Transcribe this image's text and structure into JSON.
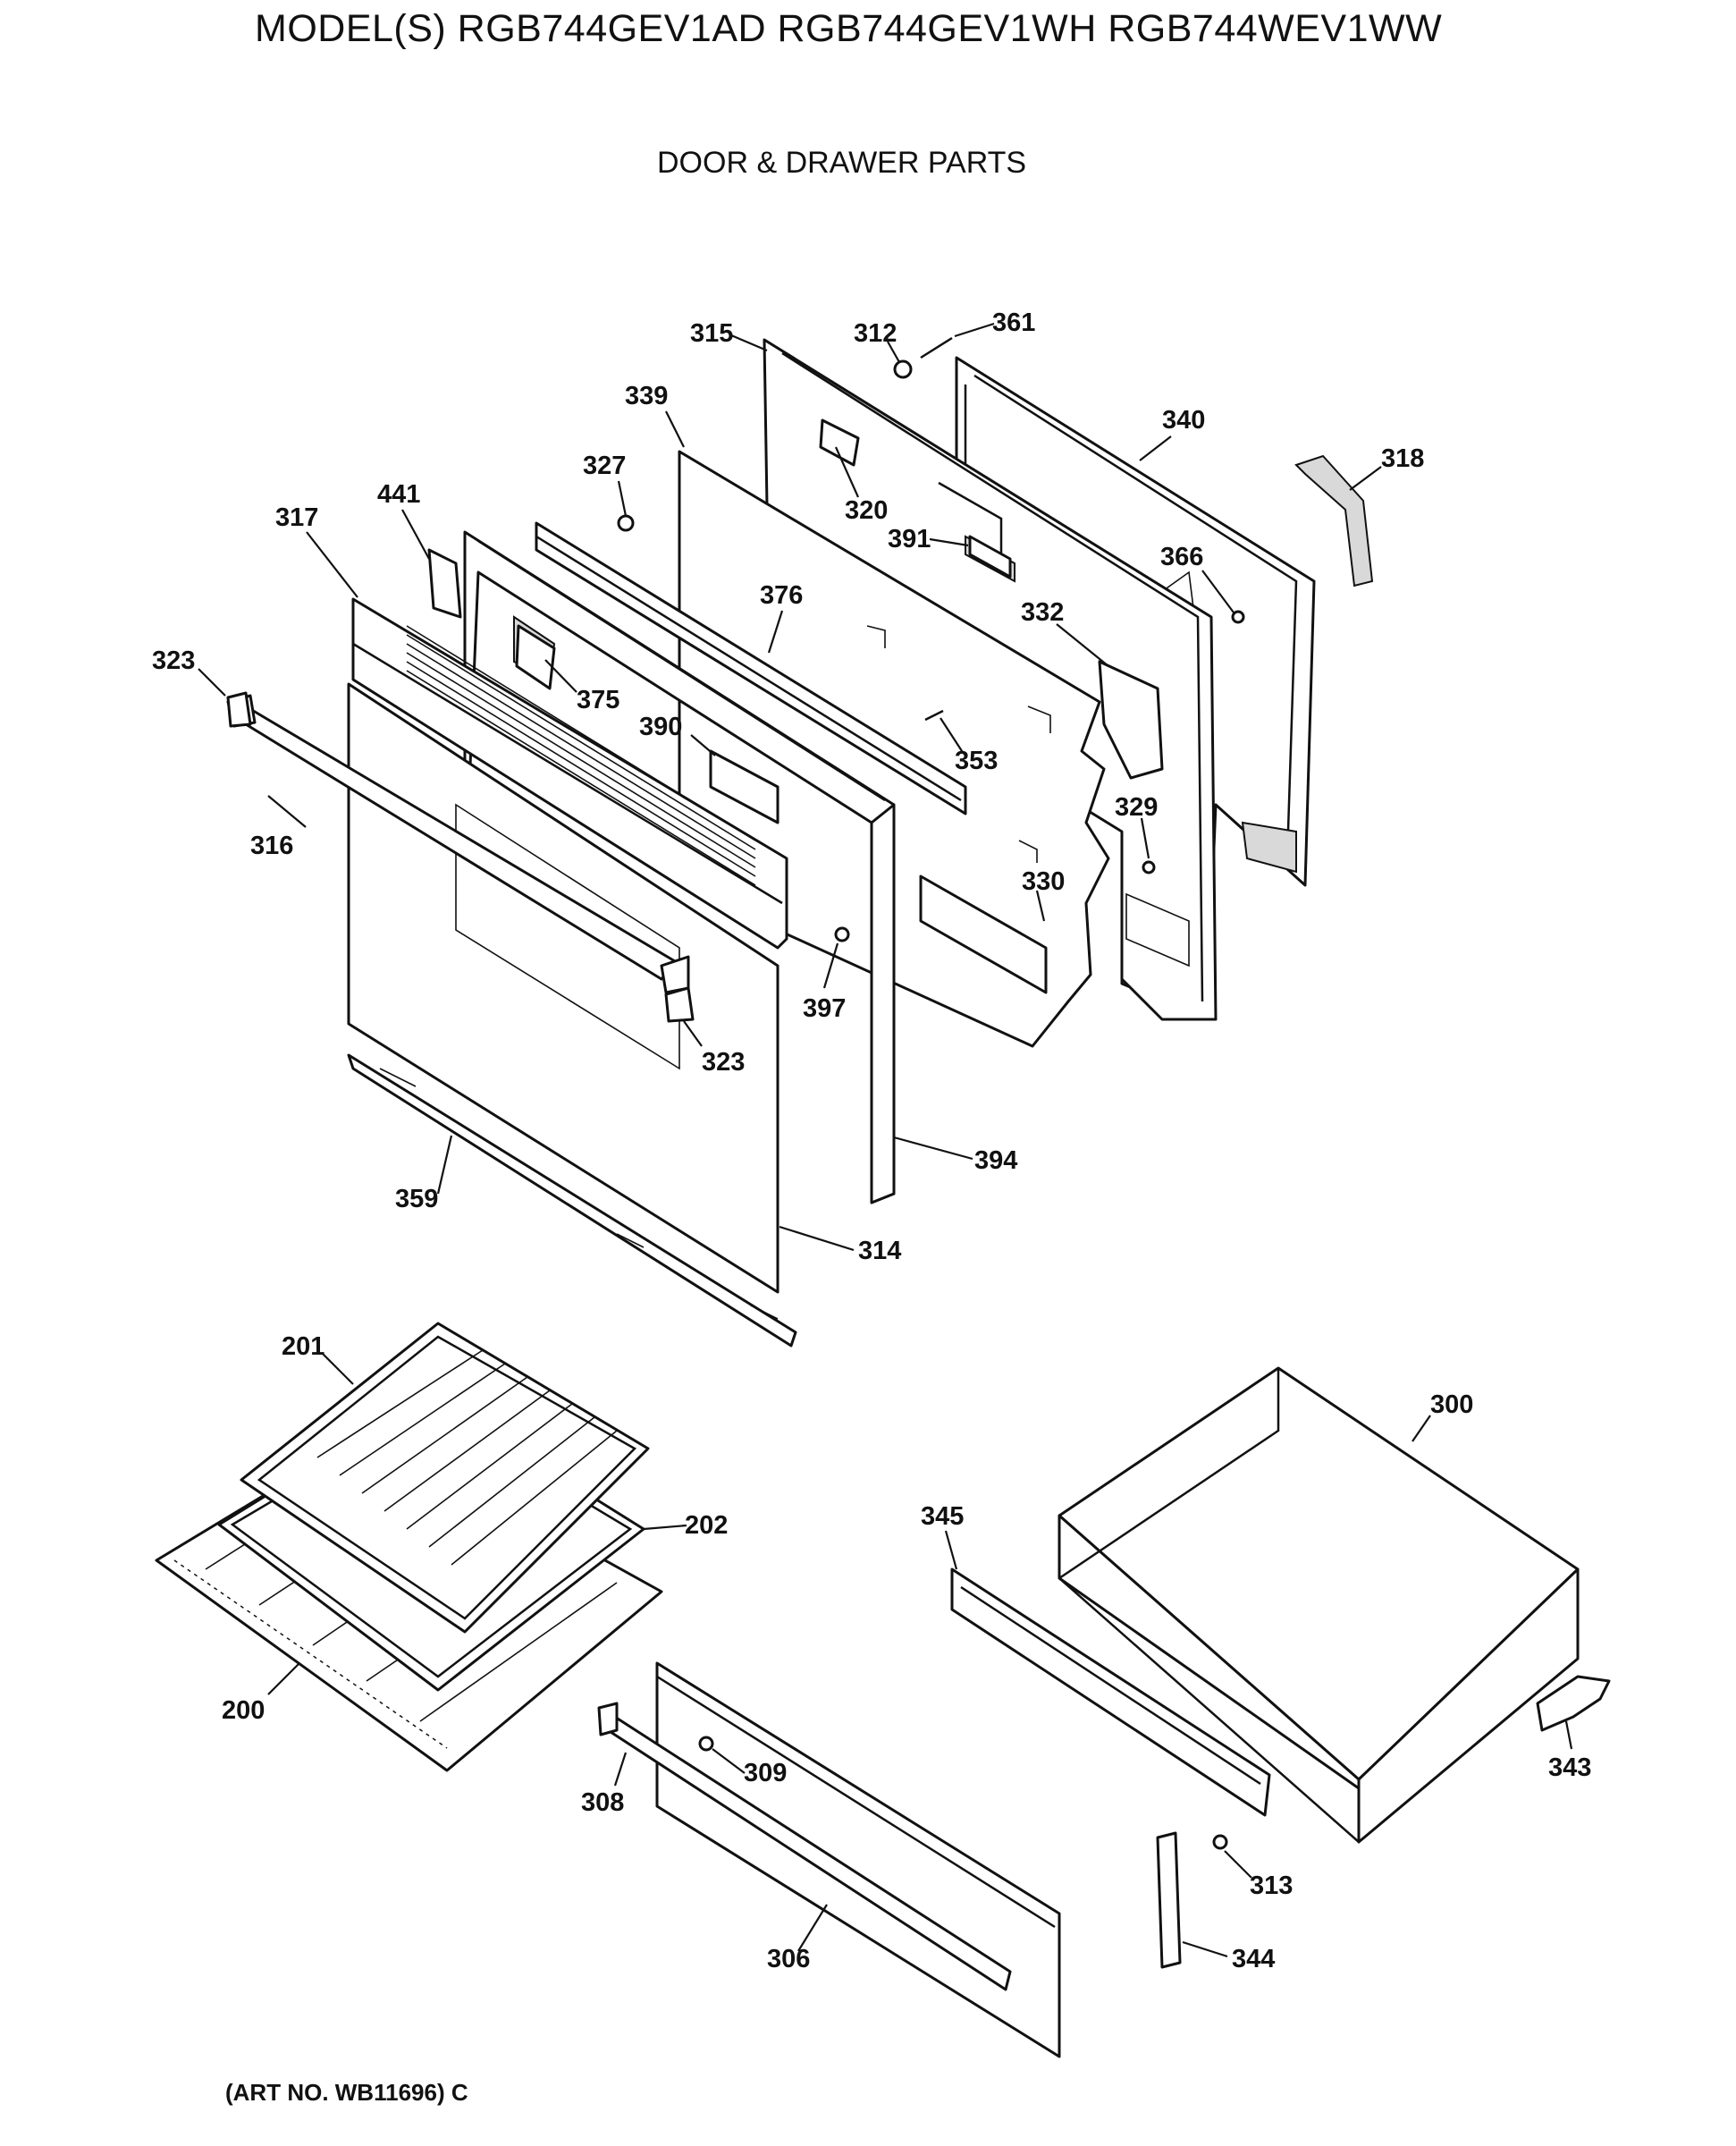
{
  "header": {
    "title": "MODEL(S) RGB744GEV1AD  RGB744GEV1WH  RGB744WEV1WW",
    "section": "DOOR & DRAWER PARTS"
  },
  "footer": {
    "art_no": "(ART NO.  WB11696) C"
  },
  "callouts": {
    "c315": "315",
    "c312": "312",
    "c361": "361",
    "c339": "339",
    "c340": "340",
    "c318": "318",
    "c327": "327",
    "c320": "320",
    "c441": "441",
    "c317": "317",
    "c391": "391",
    "c366": "366",
    "c376": "376",
    "c332": "332",
    "c323a": "323",
    "c375": "375",
    "c390": "390",
    "c353": "353",
    "c316": "316",
    "c329": "329",
    "c330": "330",
    "c397": "397",
    "c323b": "323",
    "c394": "394",
    "c359": "359",
    "c314": "314",
    "c201": "201",
    "c300": "300",
    "c202": "202",
    "c345": "345",
    "c200": "200",
    "c343": "343",
    "c309": "309",
    "c308": "308",
    "c313": "313",
    "c306": "306",
    "c344": "344"
  }
}
